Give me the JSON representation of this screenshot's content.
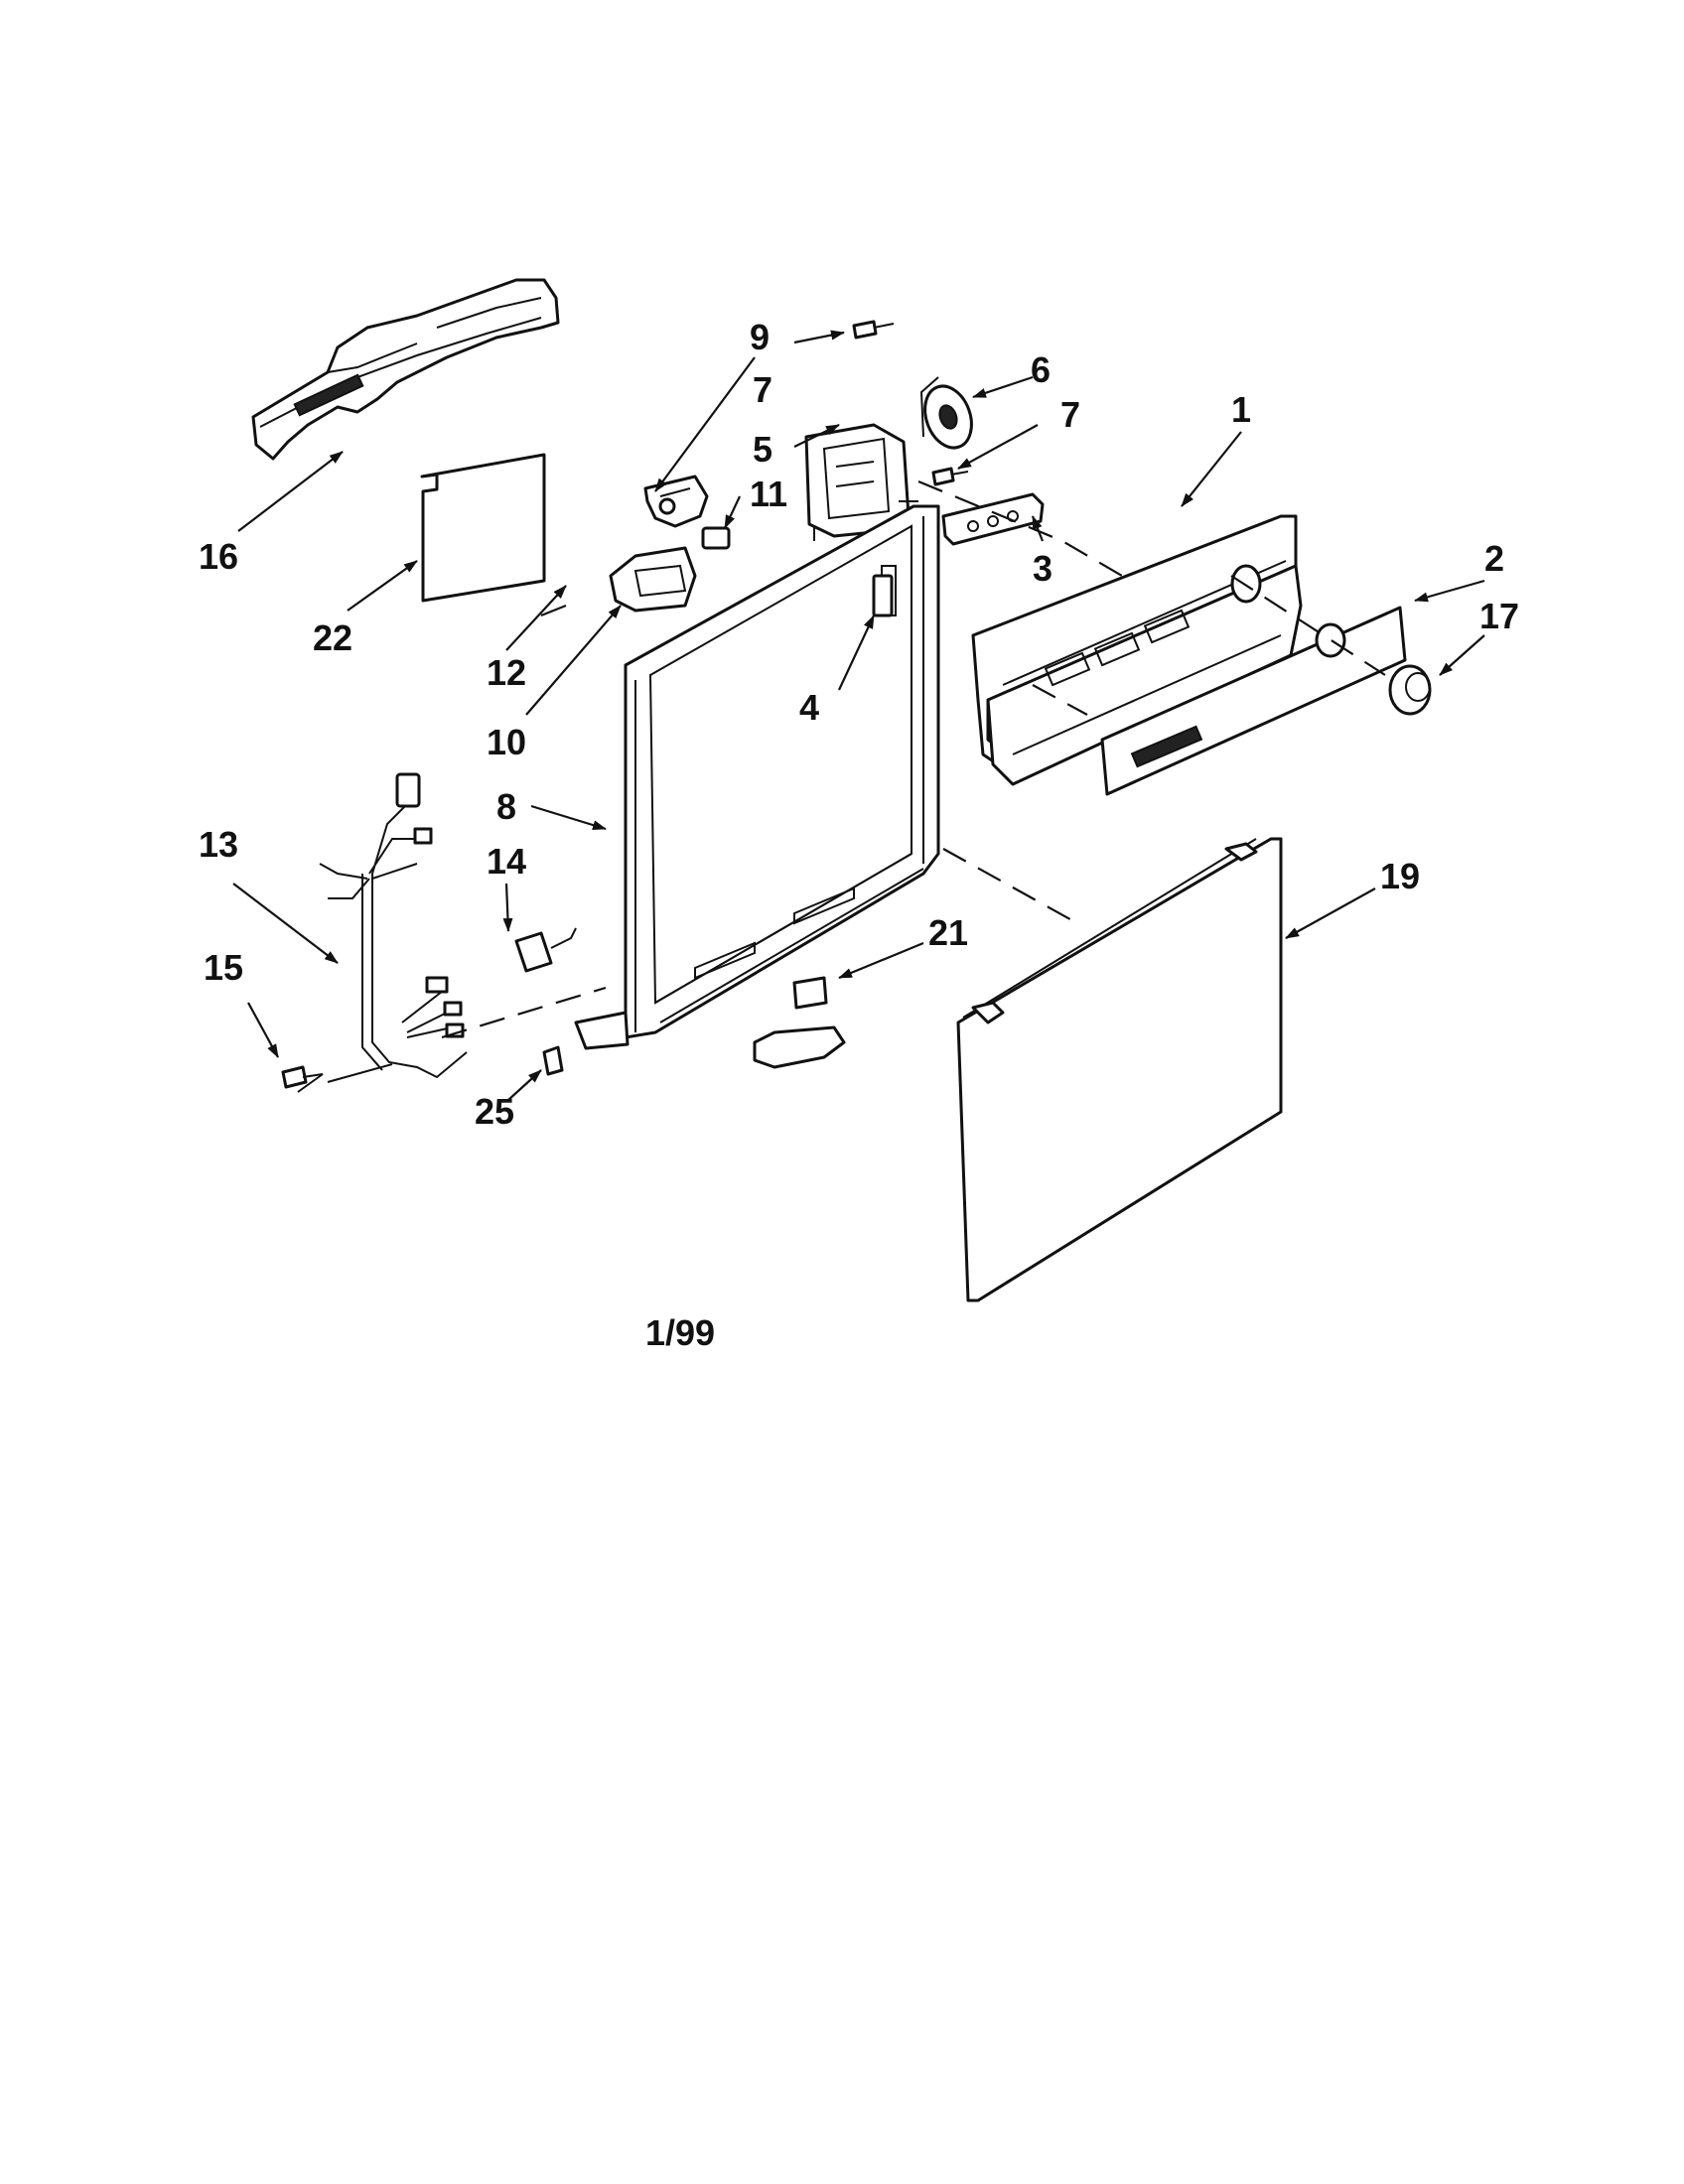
{
  "diagram": {
    "date_code": "1/99",
    "callouts": [
      {
        "id": "c1",
        "label": "1"
      },
      {
        "id": "c2",
        "label": "2"
      },
      {
        "id": "c3",
        "label": "3"
      },
      {
        "id": "c4",
        "label": "4"
      },
      {
        "id": "c5",
        "label": "5"
      },
      {
        "id": "c6",
        "label": "6"
      },
      {
        "id": "c7a",
        "label": "7"
      },
      {
        "id": "c7b",
        "label": "7"
      },
      {
        "id": "c8",
        "label": "8"
      },
      {
        "id": "c9",
        "label": "9"
      },
      {
        "id": "c10",
        "label": "10"
      },
      {
        "id": "c11",
        "label": "11"
      },
      {
        "id": "c12",
        "label": "12"
      },
      {
        "id": "c13",
        "label": "13"
      },
      {
        "id": "c14",
        "label": "14"
      },
      {
        "id": "c15",
        "label": "15"
      },
      {
        "id": "c16",
        "label": "16"
      },
      {
        "id": "c17",
        "label": "17"
      },
      {
        "id": "c19",
        "label": "19"
      },
      {
        "id": "c21",
        "label": "21"
      },
      {
        "id": "c22",
        "label": "22"
      },
      {
        "id": "c25",
        "label": "25"
      }
    ]
  }
}
